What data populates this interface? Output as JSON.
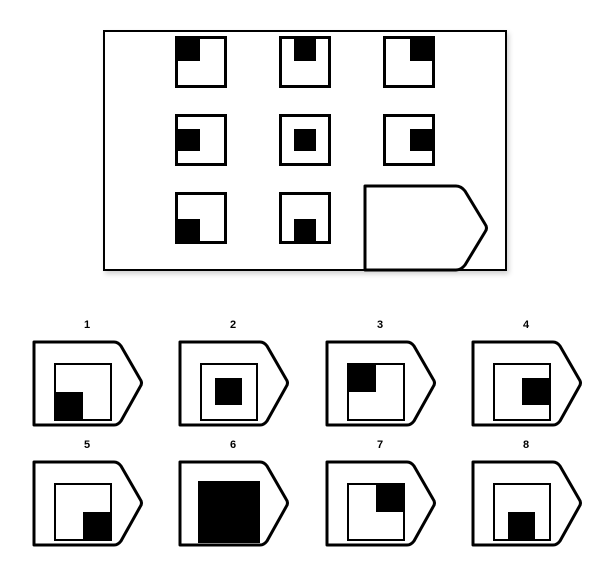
{
  "puzzle": {
    "type": "ravens-progressive-matrix",
    "title": "",
    "matrix": {
      "rows": 3,
      "cols": 3,
      "cells": [
        {
          "index": 1,
          "row": 0,
          "col": 0,
          "shape": "square-outline",
          "fill_position": "top-left",
          "missing": false
        },
        {
          "index": 2,
          "row": 0,
          "col": 1,
          "shape": "square-outline",
          "fill_position": "top-center",
          "missing": false
        },
        {
          "index": 3,
          "row": 0,
          "col": 2,
          "shape": "square-outline",
          "fill_position": "top-right",
          "missing": false
        },
        {
          "index": 4,
          "row": 1,
          "col": 0,
          "shape": "square-outline",
          "fill_position": "middle-left",
          "missing": false
        },
        {
          "index": 5,
          "row": 1,
          "col": 1,
          "shape": "square-outline",
          "fill_position": "middle-center",
          "missing": false
        },
        {
          "index": 6,
          "row": 1,
          "col": 2,
          "shape": "square-outline",
          "fill_position": "middle-right",
          "missing": false
        },
        {
          "index": 7,
          "row": 2,
          "col": 0,
          "shape": "square-outline",
          "fill_position": "bottom-left",
          "missing": false
        },
        {
          "index": 8,
          "row": 2,
          "col": 1,
          "shape": "square-outline",
          "fill_position": "bottom-center",
          "missing": false
        },
        {
          "index": 9,
          "row": 2,
          "col": 2,
          "shape": "tag-placeholder",
          "fill_position": "none",
          "missing": true
        }
      ]
    },
    "options": [
      {
        "label": "1",
        "shape": "tag",
        "fill_position": "bottom-left",
        "filled": false
      },
      {
        "label": "2",
        "shape": "tag",
        "fill_position": "middle-center",
        "filled": false
      },
      {
        "label": "3",
        "shape": "tag",
        "fill_position": "top-left",
        "filled": false
      },
      {
        "label": "4",
        "shape": "tag",
        "fill_position": "middle-right",
        "filled": false
      },
      {
        "label": "5",
        "shape": "tag",
        "fill_position": "bottom-right",
        "filled": false
      },
      {
        "label": "6",
        "shape": "tag",
        "fill_position": "all",
        "filled": true
      },
      {
        "label": "7",
        "shape": "tag",
        "fill_position": "top-right",
        "filled": false
      },
      {
        "label": "8",
        "shape": "tag",
        "fill_position": "bottom-center",
        "filled": false
      }
    ],
    "colors": {
      "stroke": "#000000",
      "fill": "#000000",
      "background": "#ffffff",
      "artifact": "#fdf6f5"
    }
  }
}
